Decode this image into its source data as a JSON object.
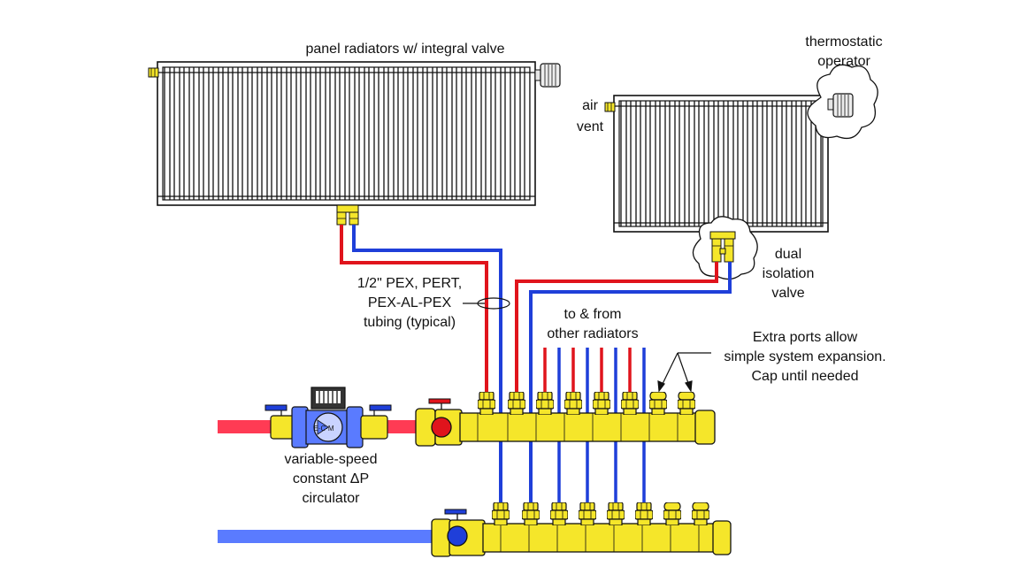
{
  "labels": {
    "panel_radiators": "panel radiators w/ integral valve",
    "thermostatic_1": "thermostatic",
    "thermostatic_2": "operator",
    "air_1": "air",
    "air_2": "vent",
    "dual_1": "dual",
    "dual_2": "isolation",
    "dual_3": "valve",
    "tubing_1": "1/2\" PEX, PERT,",
    "tubing_2": "PEX-AL-PEX",
    "tubing_3": "tubing (typical)",
    "tofrom_1": "to & from",
    "tofrom_2": "other radiators",
    "extra_1": "Extra ports allow",
    "extra_2": "simple system expansion.",
    "extra_3": "Cap until needed",
    "circ_1": "variable-speed",
    "circ_2": "constant ΔP",
    "circ_3": "circulator",
    "ecm": "E·C·M"
  },
  "colors": {
    "supply_red": "#e0141c",
    "return_blue": "#1f3fd9",
    "main_supply_red": "#ff3b54",
    "main_return_blue": "#5a7bff",
    "brass": "#f5e62a",
    "outline": "#111111"
  }
}
